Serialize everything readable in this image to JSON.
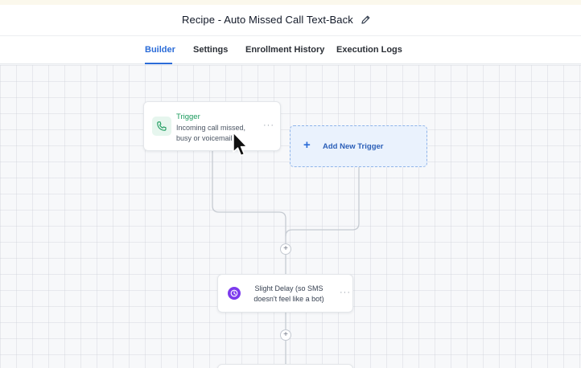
{
  "header": {
    "title": "Recipe - Auto Missed Call Text-Back",
    "edit_icon": "pencil-icon"
  },
  "tabs": [
    {
      "label": "Builder",
      "active": true
    },
    {
      "label": "Settings",
      "active": false
    },
    {
      "label": "Enrollment History",
      "active": false
    },
    {
      "label": "Execution Logs",
      "active": false
    }
  ],
  "canvas": {
    "trigger": {
      "label": "Trigger",
      "description": "Incoming call missed, busy or voicemail",
      "icon": "phone-icon",
      "menu": "···"
    },
    "add_trigger": {
      "label": "Add New Trigger",
      "icon": "plus-icon",
      "symbol": "+"
    },
    "plus_symbol": "+",
    "delay": {
      "label": "Slight Delay (so SMS doesn't feel like a bot)",
      "icon": "clock-icon",
      "menu": "···"
    }
  },
  "colors": {
    "accent": "#2b6cd8",
    "trigger_green": "#1c9b5e",
    "delay_purple": "#7c3aed",
    "add_trigger_bg": "#eaf2fd"
  }
}
